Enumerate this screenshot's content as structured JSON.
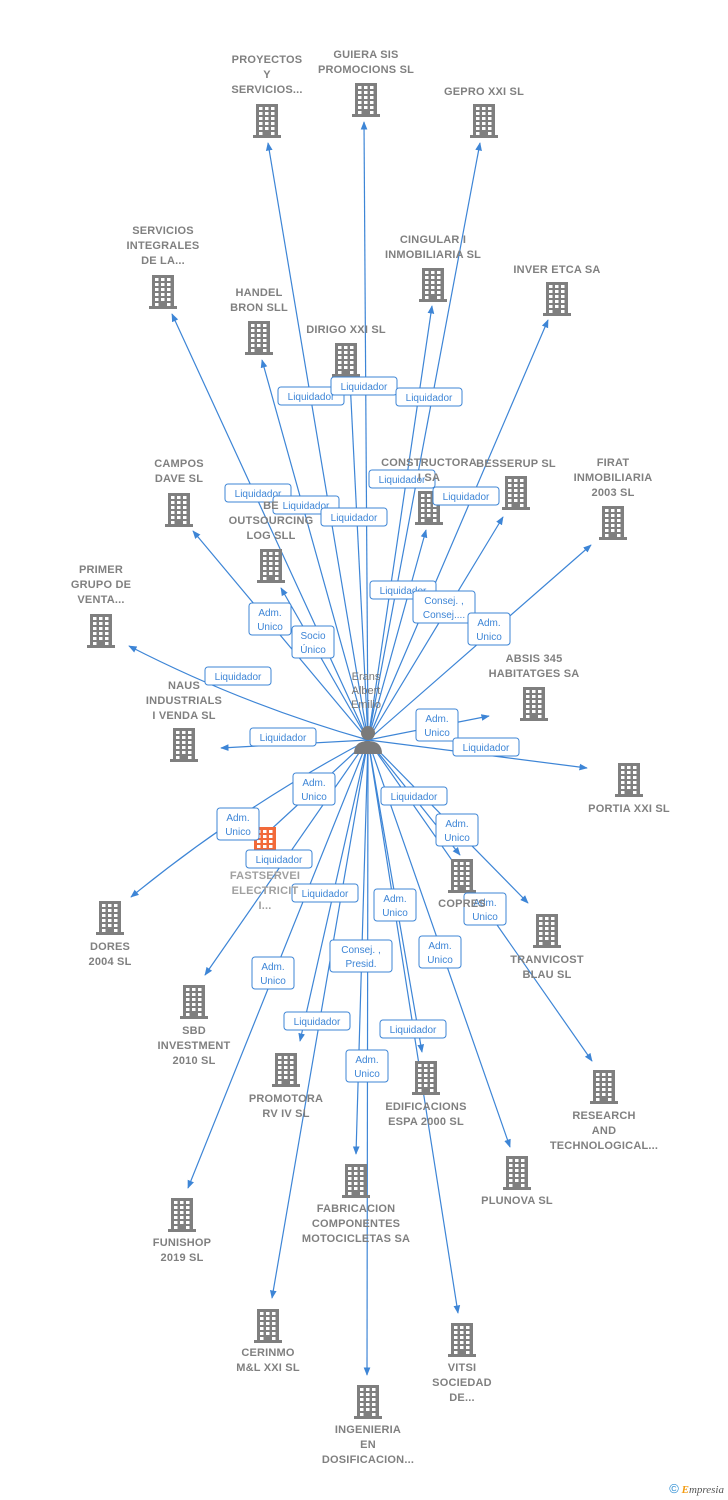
{
  "colors": {
    "edge": "#3d85d6",
    "building": "#7f7f7f",
    "highlight": "#f26a3a",
    "person": "#7a7a7a",
    "badge_text": "#3d85d6",
    "label": "#808080"
  },
  "center": {
    "name_lines": [
      "Erans",
      "Albert",
      "Emilio"
    ],
    "icon": "person-icon"
  },
  "nodes": [
    {
      "id": "proyectos",
      "lines": [
        "PROYECTOS",
        "Y",
        "SERVICIOS..."
      ]
    },
    {
      "id": "guiera",
      "lines": [
        "GUIERA SIS",
        "PROMOCIONS SL"
      ]
    },
    {
      "id": "gepro",
      "lines": [
        "GEPRO XXI SL"
      ]
    },
    {
      "id": "servicios",
      "lines": [
        "SERVICIOS",
        "INTEGRALES",
        "DE LA..."
      ]
    },
    {
      "id": "cingular",
      "lines": [
        "CINGULAR I",
        "INMOBILIARIA SL"
      ]
    },
    {
      "id": "inver",
      "lines": [
        "INVER ETCA SA"
      ]
    },
    {
      "id": "handel",
      "lines": [
        "HANDEL",
        "BRON SLL"
      ]
    },
    {
      "id": "dirigo",
      "lines": [
        "DIRIGO XXI SL"
      ]
    },
    {
      "id": "campos",
      "lines": [
        "CAMPOS",
        "DAVE SL"
      ]
    },
    {
      "id": "constructora",
      "lines": [
        "CONSTRUCTORA",
        "I SA"
      ]
    },
    {
      "id": "besserup",
      "lines": [
        "BESSERUP SL"
      ]
    },
    {
      "id": "firat",
      "lines": [
        "FIRAT",
        "INMOBILIARIA",
        "2003 SL"
      ]
    },
    {
      "id": "outsourcing",
      "lines": [
        "BE",
        "OUTSOURCING",
        "LOG SLL"
      ]
    },
    {
      "id": "primer",
      "lines": [
        "PRIMER",
        "GRUPO DE",
        "VENTA..."
      ]
    },
    {
      "id": "absis",
      "lines": [
        "ABSIS 345",
        "HABITATGES SA"
      ]
    },
    {
      "id": "naus",
      "lines": [
        "NAUS",
        "INDUSTRIALS",
        "I VENDA SL"
      ]
    },
    {
      "id": "portia",
      "lines": [
        "PORTIA XXI SL"
      ]
    },
    {
      "id": "fastservei",
      "lines": [
        "FASTSERVEI",
        "ELECTRICIT",
        "I..."
      ]
    },
    {
      "id": "copres",
      "lines": [
        "COPRES"
      ]
    },
    {
      "id": "dores",
      "lines": [
        "DORES",
        "2004 SL"
      ]
    },
    {
      "id": "tranvicost",
      "lines": [
        "TRANVICOST",
        "BLAU SL"
      ]
    },
    {
      "id": "sbd",
      "lines": [
        "SBD",
        "INVESTMENT",
        "2010 SL"
      ]
    },
    {
      "id": "promotora",
      "lines": [
        "PROMOTORA",
        "RV IV SL"
      ]
    },
    {
      "id": "edificacions",
      "lines": [
        "EDIFICACIONS",
        "ESPA 2000 SL"
      ]
    },
    {
      "id": "research",
      "lines": [
        "RESEARCH",
        "AND",
        "TECHNOLOGICAL..."
      ]
    },
    {
      "id": "plunova",
      "lines": [
        "PLUNOVA SL"
      ]
    },
    {
      "id": "funishop",
      "lines": [
        "FUNISHOP",
        "2019  SL"
      ]
    },
    {
      "id": "fabricacion",
      "lines": [
        "FABRICACION",
        "COMPONENTES",
        "MOTOCICLETAS SA"
      ]
    },
    {
      "id": "cerinmo",
      "lines": [
        "CERINMO",
        "M&L XXI SL"
      ]
    },
    {
      "id": "vitsi",
      "lines": [
        "VITSI",
        "SOCIEDAD",
        "DE..."
      ]
    },
    {
      "id": "ingenieria",
      "lines": [
        "INGENIERIA",
        "EN",
        "DOSIFICACION..."
      ]
    }
  ],
  "edge_labels": [
    {
      "id": "l1",
      "lines": [
        "Liquidador"
      ]
    },
    {
      "id": "l2",
      "lines": [
        "Liquidador"
      ]
    },
    {
      "id": "l3",
      "lines": [
        "Liquidador"
      ]
    },
    {
      "id": "l4",
      "lines": [
        "Liquidador"
      ]
    },
    {
      "id": "l5",
      "lines": [
        "Liquidador"
      ]
    },
    {
      "id": "l6",
      "lines": [
        "Liquidador"
      ]
    },
    {
      "id": "l7",
      "lines": [
        "Liquidador"
      ]
    },
    {
      "id": "l8",
      "lines": [
        "Liquidador"
      ]
    },
    {
      "id": "l9",
      "lines": [
        "Liquidador"
      ]
    },
    {
      "id": "l10",
      "lines": [
        "Consej. ,",
        "Consej...."
      ]
    },
    {
      "id": "l11",
      "lines": [
        "Adm.",
        "Unico"
      ]
    },
    {
      "id": "l12",
      "lines": [
        "Socio",
        "Único"
      ]
    },
    {
      "id": "l13",
      "lines": [
        "Adm.",
        "Unico"
      ]
    },
    {
      "id": "l14",
      "lines": [
        "Liquidador"
      ]
    },
    {
      "id": "l15",
      "lines": [
        "Liquidador"
      ]
    },
    {
      "id": "l16",
      "lines": [
        "Adm.",
        "Unico"
      ]
    },
    {
      "id": "l17",
      "lines": [
        "Liquidador"
      ]
    },
    {
      "id": "l18",
      "lines": [
        "Adm.",
        "Unico"
      ]
    },
    {
      "id": "l19",
      "lines": [
        "Liquidador"
      ]
    },
    {
      "id": "l20",
      "lines": [
        "Adm.",
        "Unico"
      ]
    },
    {
      "id": "l21",
      "lines": [
        "Liquidador"
      ]
    },
    {
      "id": "l22",
      "lines": [
        "Adm.",
        "Unico"
      ]
    },
    {
      "id": "l23",
      "lines": [
        "Liquidador"
      ]
    },
    {
      "id": "l24",
      "lines": [
        "Adm.",
        "Unico"
      ]
    },
    {
      "id": "l25",
      "lines": [
        "Adm.",
        "Unico"
      ]
    },
    {
      "id": "l26",
      "lines": [
        "Adm.",
        "Unico"
      ]
    },
    {
      "id": "l27",
      "lines": [
        "Consej. ,",
        "Presid."
      ]
    },
    {
      "id": "l28",
      "lines": [
        "Adm.",
        "Unico"
      ]
    },
    {
      "id": "l29",
      "lines": [
        "Liquidador"
      ]
    },
    {
      "id": "l30",
      "lines": [
        "Liquidador"
      ]
    },
    {
      "id": "l31",
      "lines": [
        "Adm.",
        "Unico"
      ]
    }
  ],
  "footer": {
    "copyright": "©",
    "brand_first": "E",
    "brand_rest": "mpresia"
  }
}
